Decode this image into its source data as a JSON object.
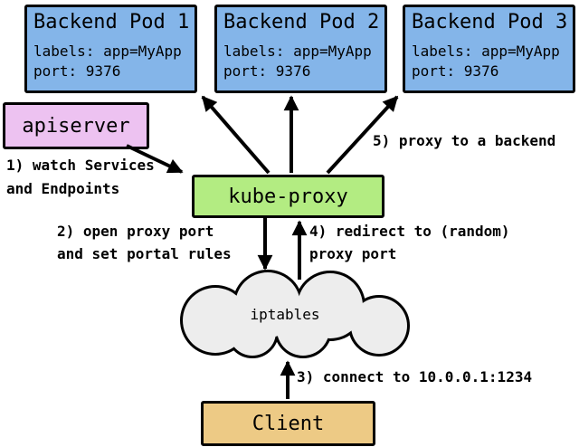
{
  "pods": [
    {
      "title": "Backend Pod 1",
      "labels": "labels: app=MyApp",
      "port": "port: 9376"
    },
    {
      "title": "Backend Pod 2",
      "labels": "labels: app=MyApp",
      "port": "port: 9376"
    },
    {
      "title": "Backend Pod 3",
      "labels": "labels: app=MyApp",
      "port": "port: 9376"
    }
  ],
  "apiserver": {
    "label": "apiserver"
  },
  "kube_proxy": {
    "label": "kube-proxy"
  },
  "iptables": {
    "label": "iptables"
  },
  "client": {
    "label": "Client"
  },
  "steps": {
    "s1": "1) watch Services\nand Endpoints",
    "s2": "2) open proxy port\nand set portal rules",
    "s3": "3) connect to 10.0.0.1:1234",
    "s4": "4) redirect to (random)\nproxy port",
    "s5": "5) proxy to a backend"
  },
  "colors": {
    "pod_fill": "#84b5e9",
    "apiserver_fill": "#edc2f1",
    "kube_proxy_fill": "#b3ec82",
    "client_fill": "#edca85",
    "cloud_fill": "#ededed",
    "outline": "#000000"
  }
}
